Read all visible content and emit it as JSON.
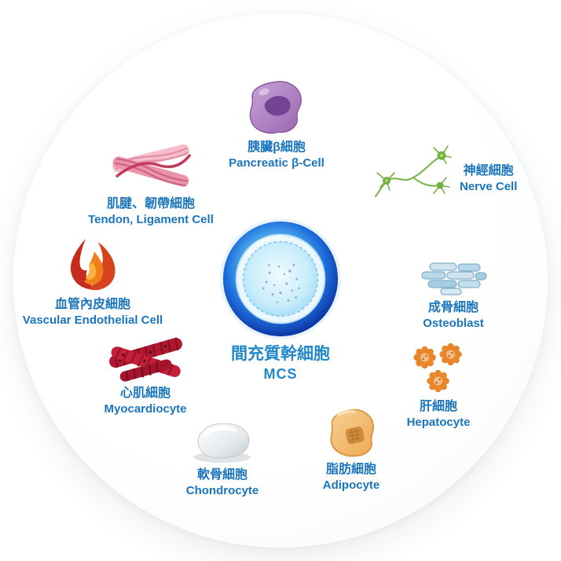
{
  "colors": {
    "label_blue": "#1b75bc",
    "center_label_blue": "#2188c9",
    "msc_blue": "#1565d8",
    "pancreatic_purple": "#9a67b2",
    "nerve_green": "#76b043",
    "tendon_pink": "#ec93ab",
    "vascular_red": "#c62b1f",
    "vascular_orange": "#f07f1a",
    "myocardiocyte_red": "#b01831",
    "osteoblast_blue": "#b9d7e7",
    "hepatocyte_orange": "#e8872a",
    "adipocyte_orange": "#efa953",
    "chondrocyte_gray": "#c6ccd2"
  },
  "center": {
    "zh": "間充質幹細胞",
    "en": "MCS"
  },
  "cells": {
    "pancreatic": {
      "zh": "胰臟β細胞",
      "en": "Pancreatic β-Cell"
    },
    "nerve": {
      "zh": "神經細胞",
      "en": "Nerve Cell"
    },
    "tendon": {
      "zh": "肌腱、韌帶細胞",
      "en": "Tendon, Ligament Cell"
    },
    "vascular": {
      "zh": "血管內皮細胞",
      "en": "Vascular Endothelial Cell"
    },
    "osteoblast": {
      "zh": "成骨細胞",
      "en": "Osteoblast"
    },
    "myocardiocyte": {
      "zh": "心肌細胞",
      "en": "Myocardiocyte"
    },
    "hepatocyte": {
      "zh": "肝細胞",
      "en": "Hepatocyte"
    },
    "chondrocyte": {
      "zh": "軟骨細胞",
      "en": "Chondrocyte"
    },
    "adipocyte": {
      "zh": "脂肪細胞",
      "en": "Adipocyte"
    }
  }
}
